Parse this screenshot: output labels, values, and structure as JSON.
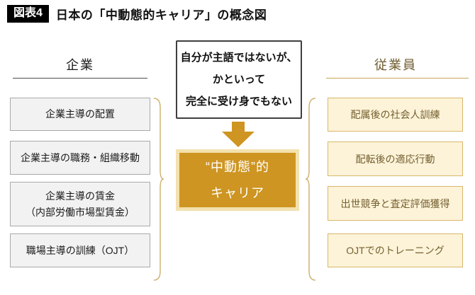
{
  "title": {
    "badge": "図表4",
    "text": "日本の「中動態的キャリア」の概念図"
  },
  "left_column": {
    "header": "企業",
    "boxes": [
      {
        "label": "企業主導の配置"
      },
      {
        "label": "企業主導の職務・組織移動"
      },
      {
        "label": "企業主導の賃金",
        "label2": "（内部労働市場型賃金）"
      },
      {
        "label": "職場主導の訓練（OJT）"
      }
    ]
  },
  "center": {
    "note": {
      "lines": [
        "自分が主語ではないが、",
        "かといって",
        "完全に受け身でもない"
      ]
    },
    "arrow_icon": "down-arrow",
    "main": {
      "lines": [
        "“中動態”的",
        "キャリア"
      ]
    }
  },
  "right_column": {
    "header": "従業員",
    "boxes": [
      {
        "label": "配属後の社会人訓練"
      },
      {
        "label": "配転後の適応行動"
      },
      {
        "label": "出世競争と査定評価獲得"
      },
      {
        "label": "OJTでのトレーニング"
      }
    ]
  },
  "colors": {
    "accent_gold": "#ce9522",
    "cream_border": "#f3e1ae",
    "right_box_bg": "#fcf3d8",
    "right_box_border": "#d9b76c",
    "right_text": "#756030",
    "left_box_bg": "#f2f2f2",
    "left_box_border": "#a9a9a9",
    "brace": "#d2b274",
    "note_border": "#3f3f3f",
    "right_header_text": "#6f5b2e",
    "right_rule": "#c8a458"
  }
}
